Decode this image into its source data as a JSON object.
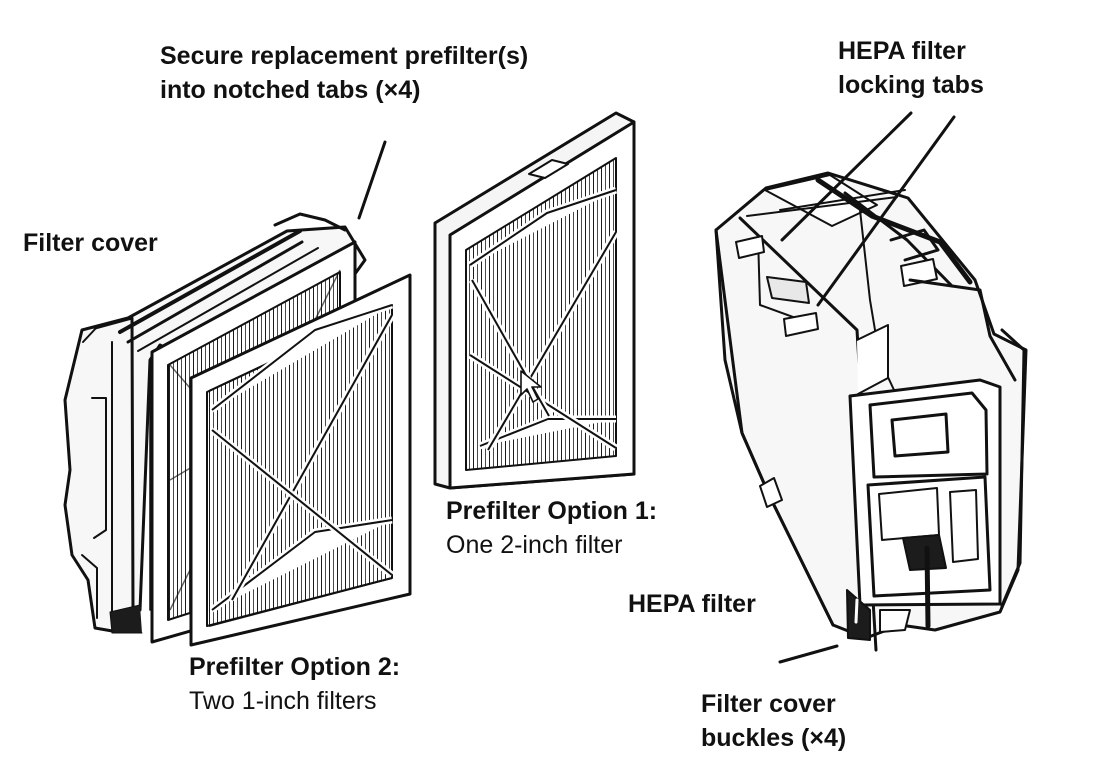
{
  "labels": {
    "secure_prefilters": {
      "line1": "Secure replacement prefilter(s)",
      "line2": "into notched tabs (×4)"
    },
    "filter_cover": "Filter cover",
    "hepa_locking_tabs": {
      "line1": "HEPA filter",
      "line2": "locking tabs"
    },
    "prefilter_option_1": {
      "title": "Prefilter Option 1:",
      "description": "One 2-inch filter"
    },
    "prefilter_option_2": {
      "title": "Prefilter Option 2:",
      "description": "Two 1-inch filters"
    },
    "hepa_filter": "HEPA filter",
    "filter_cover_buckles": {
      "line1": "Filter cover",
      "line2": "buckles (×4)"
    }
  },
  "icons": {
    "cursor": "mouse-pointer-icon"
  },
  "colors": {
    "line": "#111111",
    "fill_light": "#f7f7f7",
    "fill_mid": "#e7e7e7",
    "fill_dark": "#1c1c1c"
  }
}
